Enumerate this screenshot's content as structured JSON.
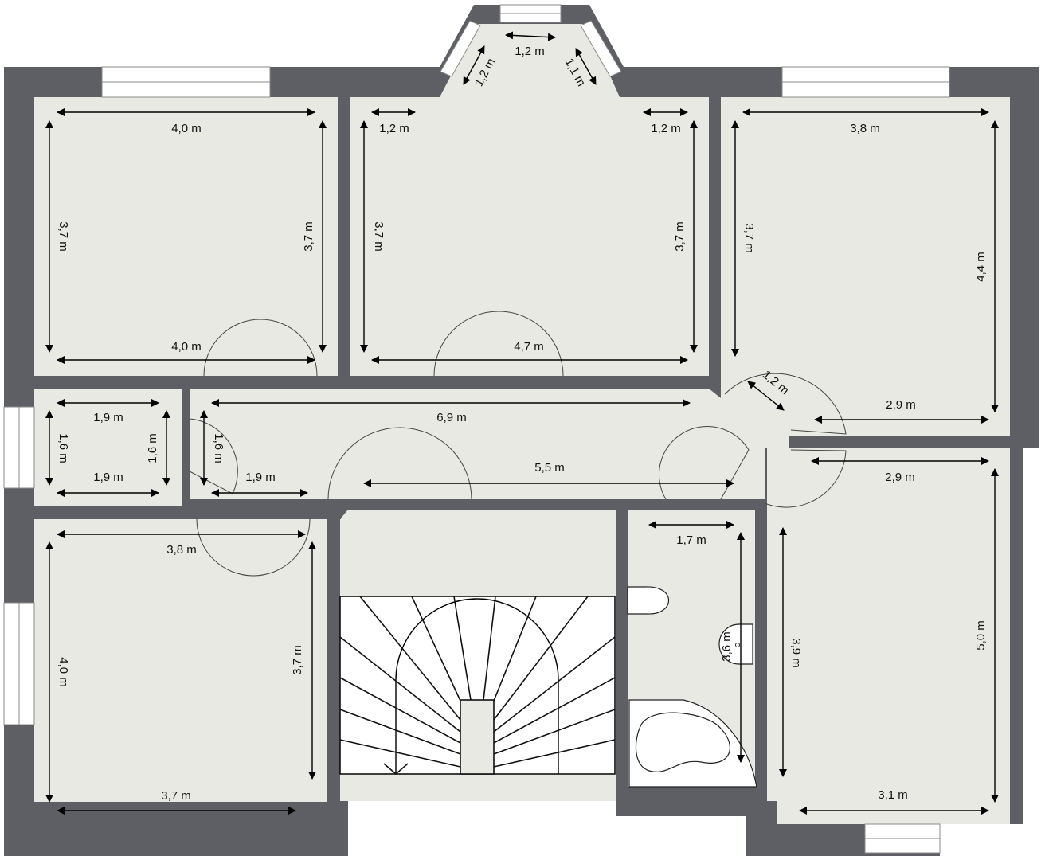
{
  "plan": {
    "unit": "m",
    "colors": {
      "wall": "#5d5f64",
      "floor": "#e9e9e3",
      "window": "#ffffff",
      "line": "#000000"
    },
    "rooms": [
      {
        "id": "bedroom-top-left",
        "width_top": "4,0 m",
        "width_bottom": "4,0 m",
        "height_left": "3,7 m",
        "height_right": "3,7 m"
      },
      {
        "id": "living-bay-top-center",
        "bay_center": "1,2 m",
        "bay_left": "1,2 m",
        "bay_right": "1,1 m",
        "top_left": "1,2 m",
        "top_right": "1,2 m",
        "height_left": "3,7 m",
        "height_right": "3,7 m",
        "width_bottom": "4,7 m"
      },
      {
        "id": "bedroom-top-right",
        "width_top": "3,8 m",
        "height_left": "3,7 m",
        "height_right": "4,4 m",
        "width_bottom": "2,9 m"
      },
      {
        "id": "storage-small-left",
        "width_top": "1,9 m",
        "width_bottom": "1,9 m",
        "height_left": "1,6 m",
        "height_right": "1,6 m"
      },
      {
        "id": "hallway",
        "length_top": "6,9 m",
        "length_bottom": "5,5 m",
        "corridor_height": "1,6 m",
        "corridor_width": "1,9 m",
        "corner_diag": "1,2 m"
      },
      {
        "id": "bedroom-bottom-left",
        "width_top": "3,8 m",
        "width_bottom": "3,7 m",
        "height_left": "4,0 m",
        "height_right": "3,7 m"
      },
      {
        "id": "bathroom",
        "width_top": "1,7 m",
        "height_right": "3,6 m"
      },
      {
        "id": "bedroom-bottom-right",
        "width_top": "2,9 m",
        "width_bottom": "3,1 m",
        "height_left": "3,9 m",
        "height_right": "5,0 m"
      }
    ]
  }
}
